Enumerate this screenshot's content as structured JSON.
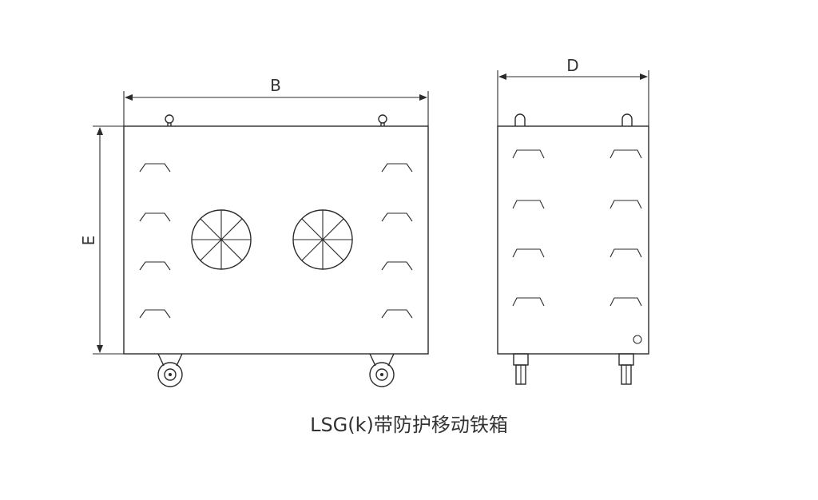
{
  "diagram": {
    "caption": "LSG(k)带防护移动铁箱",
    "dimensions": {
      "width_label": "B",
      "height_label": "E",
      "depth_label": "D"
    }
  }
}
